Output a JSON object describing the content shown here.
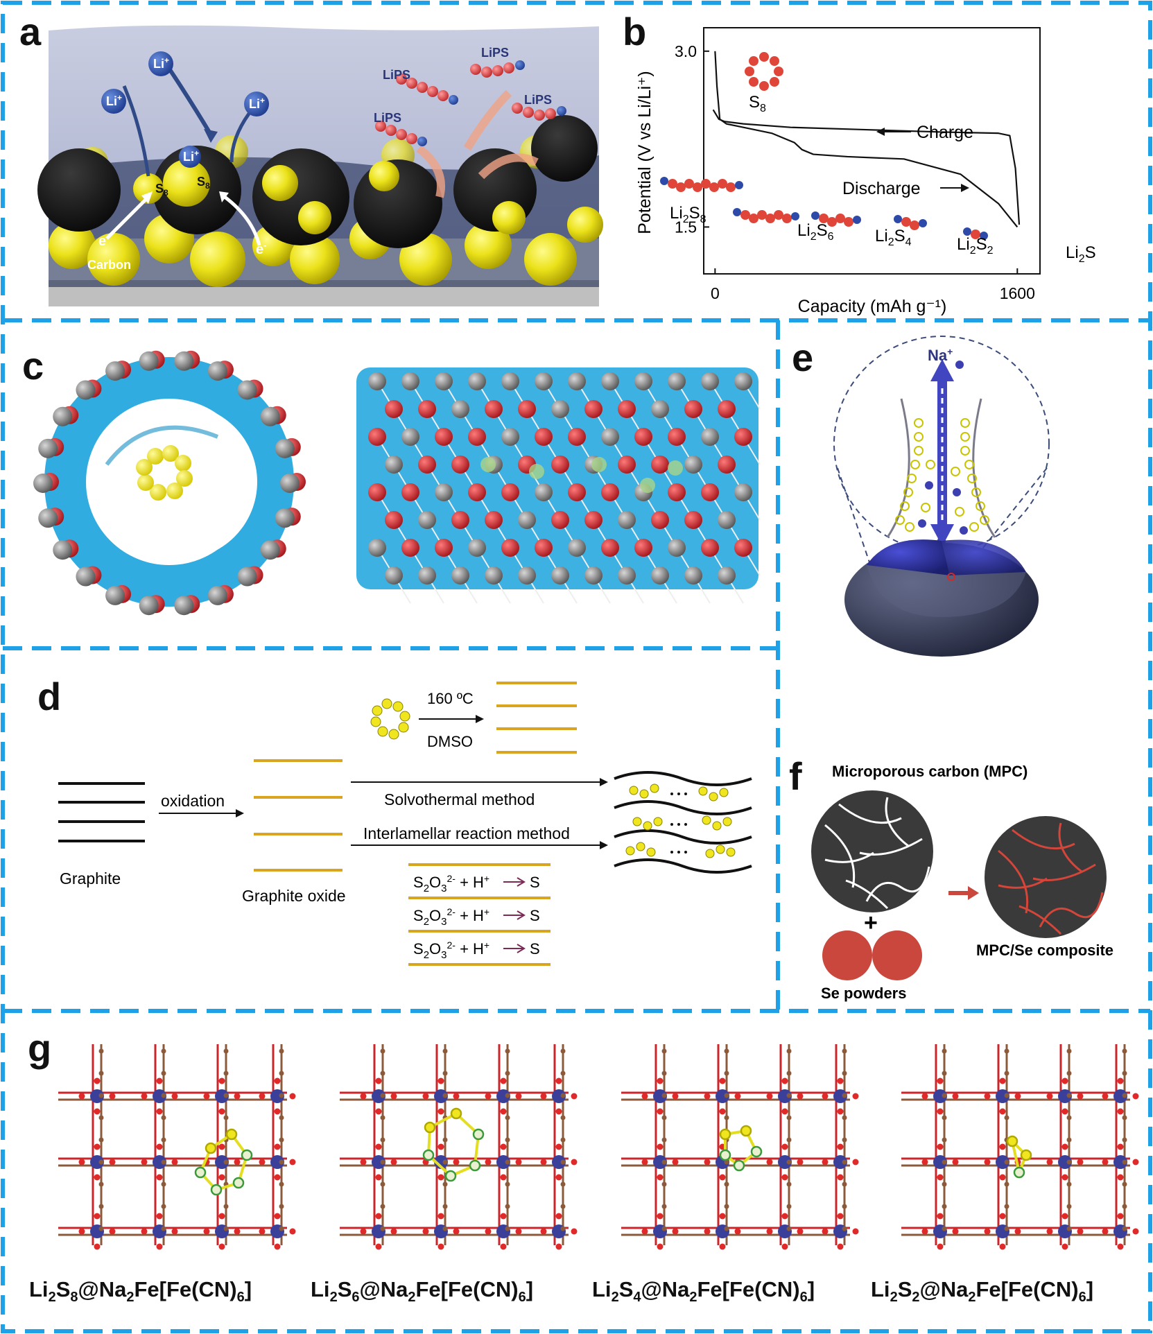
{
  "panels": {
    "a": {
      "label": "a",
      "li_ion": "Li",
      "plus": "+",
      "lips": "LiPS",
      "s8": "S",
      "s8_sub": "8",
      "electron": "e",
      "minus": "-",
      "carbon": "Carbon"
    },
    "b": {
      "label": "b",
      "s8": {
        "main": "S",
        "sub": "8"
      },
      "charge_label": "Charge",
      "discharge_label": "Discharge",
      "species": [
        {
          "main": "Li",
          "sub1": "2",
          "mid": "S",
          "sub2": "8"
        },
        {
          "main": "Li",
          "sub1": "2",
          "mid": "S",
          "sub2": "6"
        },
        {
          "main": "Li",
          "sub1": "2",
          "mid": "S",
          "sub2": "4"
        },
        {
          "main": "Li",
          "sub1": "2",
          "mid": "S",
          "sub2": "2"
        },
        {
          "main": "Li",
          "sub1": "2",
          "mid": "S",
          "sub2": ""
        }
      ]
    },
    "c": {
      "label": "c"
    },
    "d": {
      "label": "d",
      "graphite": "Graphite",
      "oxidation": "oxidation",
      "graphite_oxide": "Graphite oxide",
      "temp": "160 ºC",
      "solvent": "DMSO",
      "solvothermal": "Solvothermal method",
      "interlamellar": "Interlamellar reaction method",
      "reaction": {
        "a": "S",
        "a_sub": "2",
        "b": "O",
        "b_sub": "3",
        "charge": "2-",
        "rest": " + H",
        "h_charge": "+",
        "product": "S"
      }
    },
    "e": {
      "label": "e",
      "na_ion": "Na",
      "plus": "+"
    },
    "f": {
      "label": "f",
      "title": "Microporous carbon (MPC)",
      "plus_sign": "+",
      "se_powders": "Se powders",
      "composite": "MPC/Se composite"
    },
    "g": {
      "label": "g",
      "captions": [
        {
          "li": "Li",
          "s1": "2",
          "s": "S",
          "n": "8",
          "rest": "@Na",
          "s2": "2",
          "tail": "Fe[Fe(CN)",
          "s3": "6",
          "end": "]"
        },
        {
          "li": "Li",
          "s1": "2",
          "s": "S",
          "n": "6",
          "rest": "@Na",
          "s2": "2",
          "tail": "Fe[Fe(CN)",
          "s3": "6",
          "end": "]"
        },
        {
          "li": "Li",
          "s1": "2",
          "s": "S",
          "n": "4",
          "rest": "@Na",
          "s2": "2",
          "tail": "Fe[Fe(CN)",
          "s3": "6",
          "end": "]"
        },
        {
          "li": "Li",
          "s1": "2",
          "s": "S",
          "n": "2",
          "rest": "@Na",
          "s2": "2",
          "tail": "Fe[Fe(CN)",
          "s3": "6",
          "end": "]"
        }
      ]
    }
  },
  "chart_data": {
    "type": "line",
    "title": "",
    "xlabel": "Capacity (mAh g⁻¹)",
    "ylabel": "Potential (V vs Li/Li⁺)",
    "xlim": [
      -60,
      1720
    ],
    "ylim": [
      1.1,
      3.2
    ],
    "x_ticks": [
      0,
      1600
    ],
    "y_ticks": [
      3.0,
      1.5
    ],
    "grid": false,
    "series": [
      {
        "name": "Charge",
        "x": [
          -10,
          20,
          50,
          150,
          400,
          800,
          1200,
          1500,
          1560,
          1590,
          1610
        ],
        "y": [
          2.5,
          2.42,
          2.4,
          2.38,
          2.35,
          2.33,
          2.31,
          2.3,
          2.28,
          2.0,
          1.52
        ]
      },
      {
        "name": "Discharge",
        "x": [
          0,
          10,
          25,
          60,
          150,
          300,
          420,
          460,
          520,
          700,
          1000,
          1300,
          1500,
          1600
        ],
        "y": [
          3.0,
          2.7,
          2.42,
          2.38,
          2.35,
          2.3,
          2.22,
          2.16,
          2.12,
          2.1,
          2.08,
          1.95,
          1.7,
          1.5
        ]
      }
    ]
  },
  "colors": {
    "frame_blue": "#1ea1e6",
    "sulfur_yellow": "#f0e620",
    "oxygen_red": "#c8262a",
    "carbon_gray": "#6b6b6b",
    "graphene_gold": "#d9a520",
    "mpc_dark": "#3a3a3a",
    "se_red": "#c9473c",
    "fe_blue": "#3a3f9a"
  }
}
